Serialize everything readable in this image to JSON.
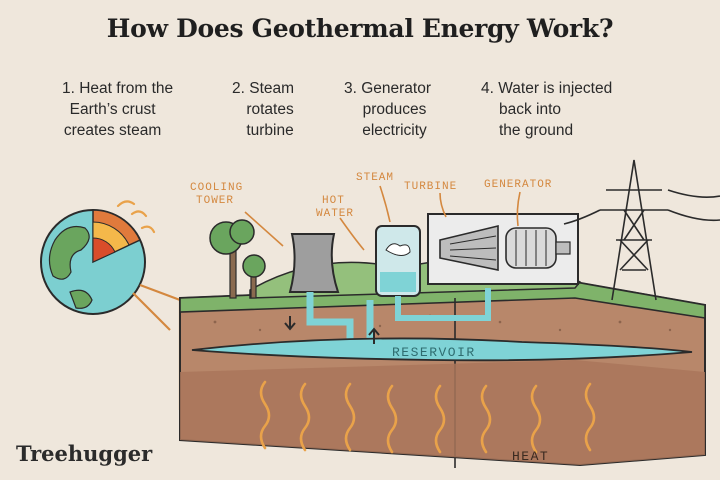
{
  "title": "How Does Geothermal Energy Work?",
  "steps": [
    {
      "lines": [
        "1. Heat from the",
        "Earth’s crust",
        "creates steam"
      ]
    },
    {
      "lines": [
        "2. Steam",
        "rotates",
        "turbine"
      ]
    },
    {
      "lines": [
        "3. Generator",
        "produces",
        "electricity"
      ]
    },
    {
      "lines": [
        "4. Water is injected",
        "back into",
        "the ground"
      ]
    }
  ],
  "labels": {
    "cooling_tower": [
      "COOLING",
      "TOWER"
    ],
    "hot_water": [
      "HOT",
      "WATER"
    ],
    "steam": "STEAM",
    "turbine": "TURBINE",
    "generator": "GENERATOR",
    "reservoir": "RESERVOIR",
    "heat": "HEAT"
  },
  "brand": "Treehugger",
  "colors": {
    "background": "#efe7dc",
    "label_orange": "#d4883f",
    "soil": "#b8876a",
    "deep_soil": "#a9765b",
    "grass": "#7fb36a",
    "water": "#7fd3d6",
    "heat": "#e9a24a"
  }
}
